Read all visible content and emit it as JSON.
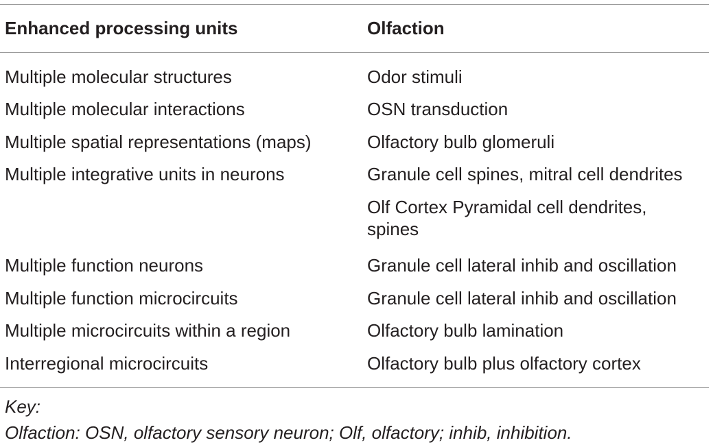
{
  "table": {
    "headers": [
      "Enhanced processing units",
      "Olfaction"
    ],
    "rows": [
      [
        "Multiple molecular structures",
        "Odor stimuli"
      ],
      [
        "Multiple molecular interactions",
        "OSN transduction"
      ],
      [
        "Multiple spatial representations (maps)",
        "Olfactory bulb glomeruli"
      ],
      [
        "Multiple integrative units in neurons",
        "Granule cell spines, mitral cell dendrites"
      ],
      [
        "",
        "Olf Cortex Pyramidal cell dendrites, spines"
      ],
      [
        "Multiple function neurons",
        "Granule cell lateral inhib and oscillation"
      ],
      [
        "Multiple function microcircuits",
        "Granule cell lateral inhib and oscillation"
      ],
      [
        "Multiple microcircuits within a region",
        "Olfactory bulb lamination"
      ],
      [
        "Interregional microcircuits",
        "Olfactory bulb plus olfactory cortex"
      ]
    ]
  },
  "footnote": {
    "key_label": "Key:",
    "text": "Olfaction: OSN, olfactory sensory neuron; Olf, olfactory; inhib, inhibition."
  }
}
